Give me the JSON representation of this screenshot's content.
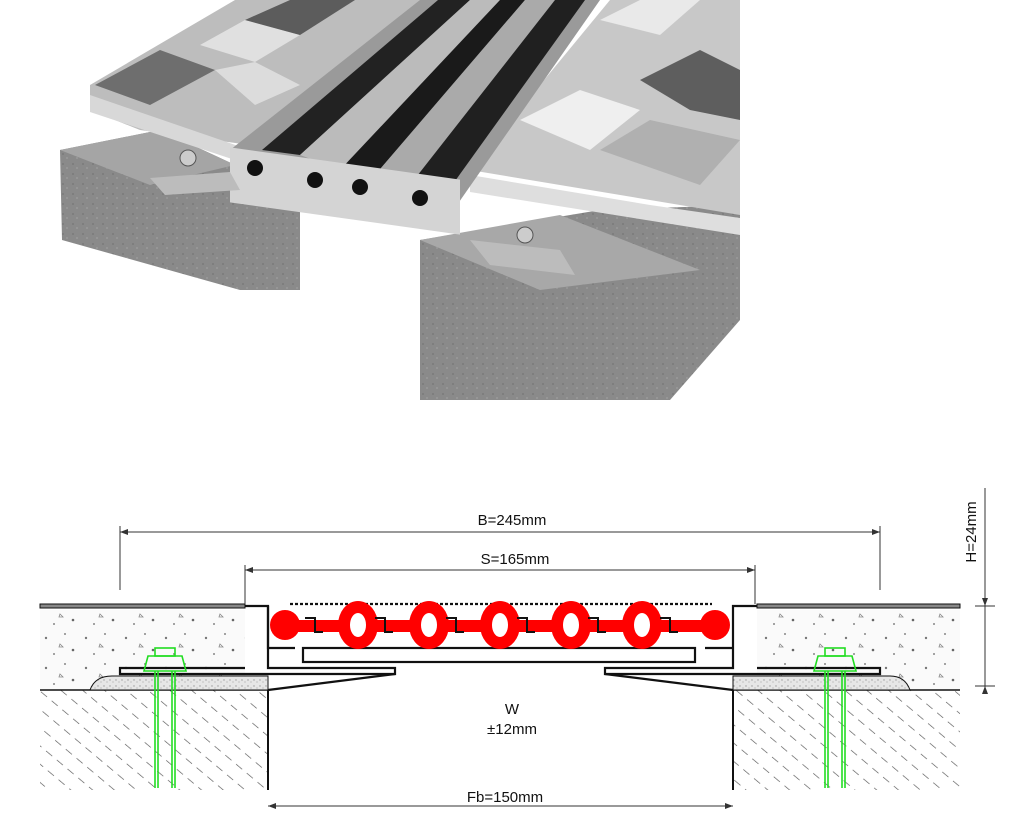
{
  "render": {
    "title": "Expansion joint 3D render"
  },
  "drawing": {
    "dim_B": "B=245mm",
    "dim_S": "S=165mm",
    "dim_H": "H=24mm",
    "gap_W": "W",
    "movement": "±12mm",
    "dim_Fb": "Fb=150mm"
  },
  "colors": {
    "seal": "#ff0000",
    "anchor": "#22dd22",
    "line": "#111111"
  }
}
